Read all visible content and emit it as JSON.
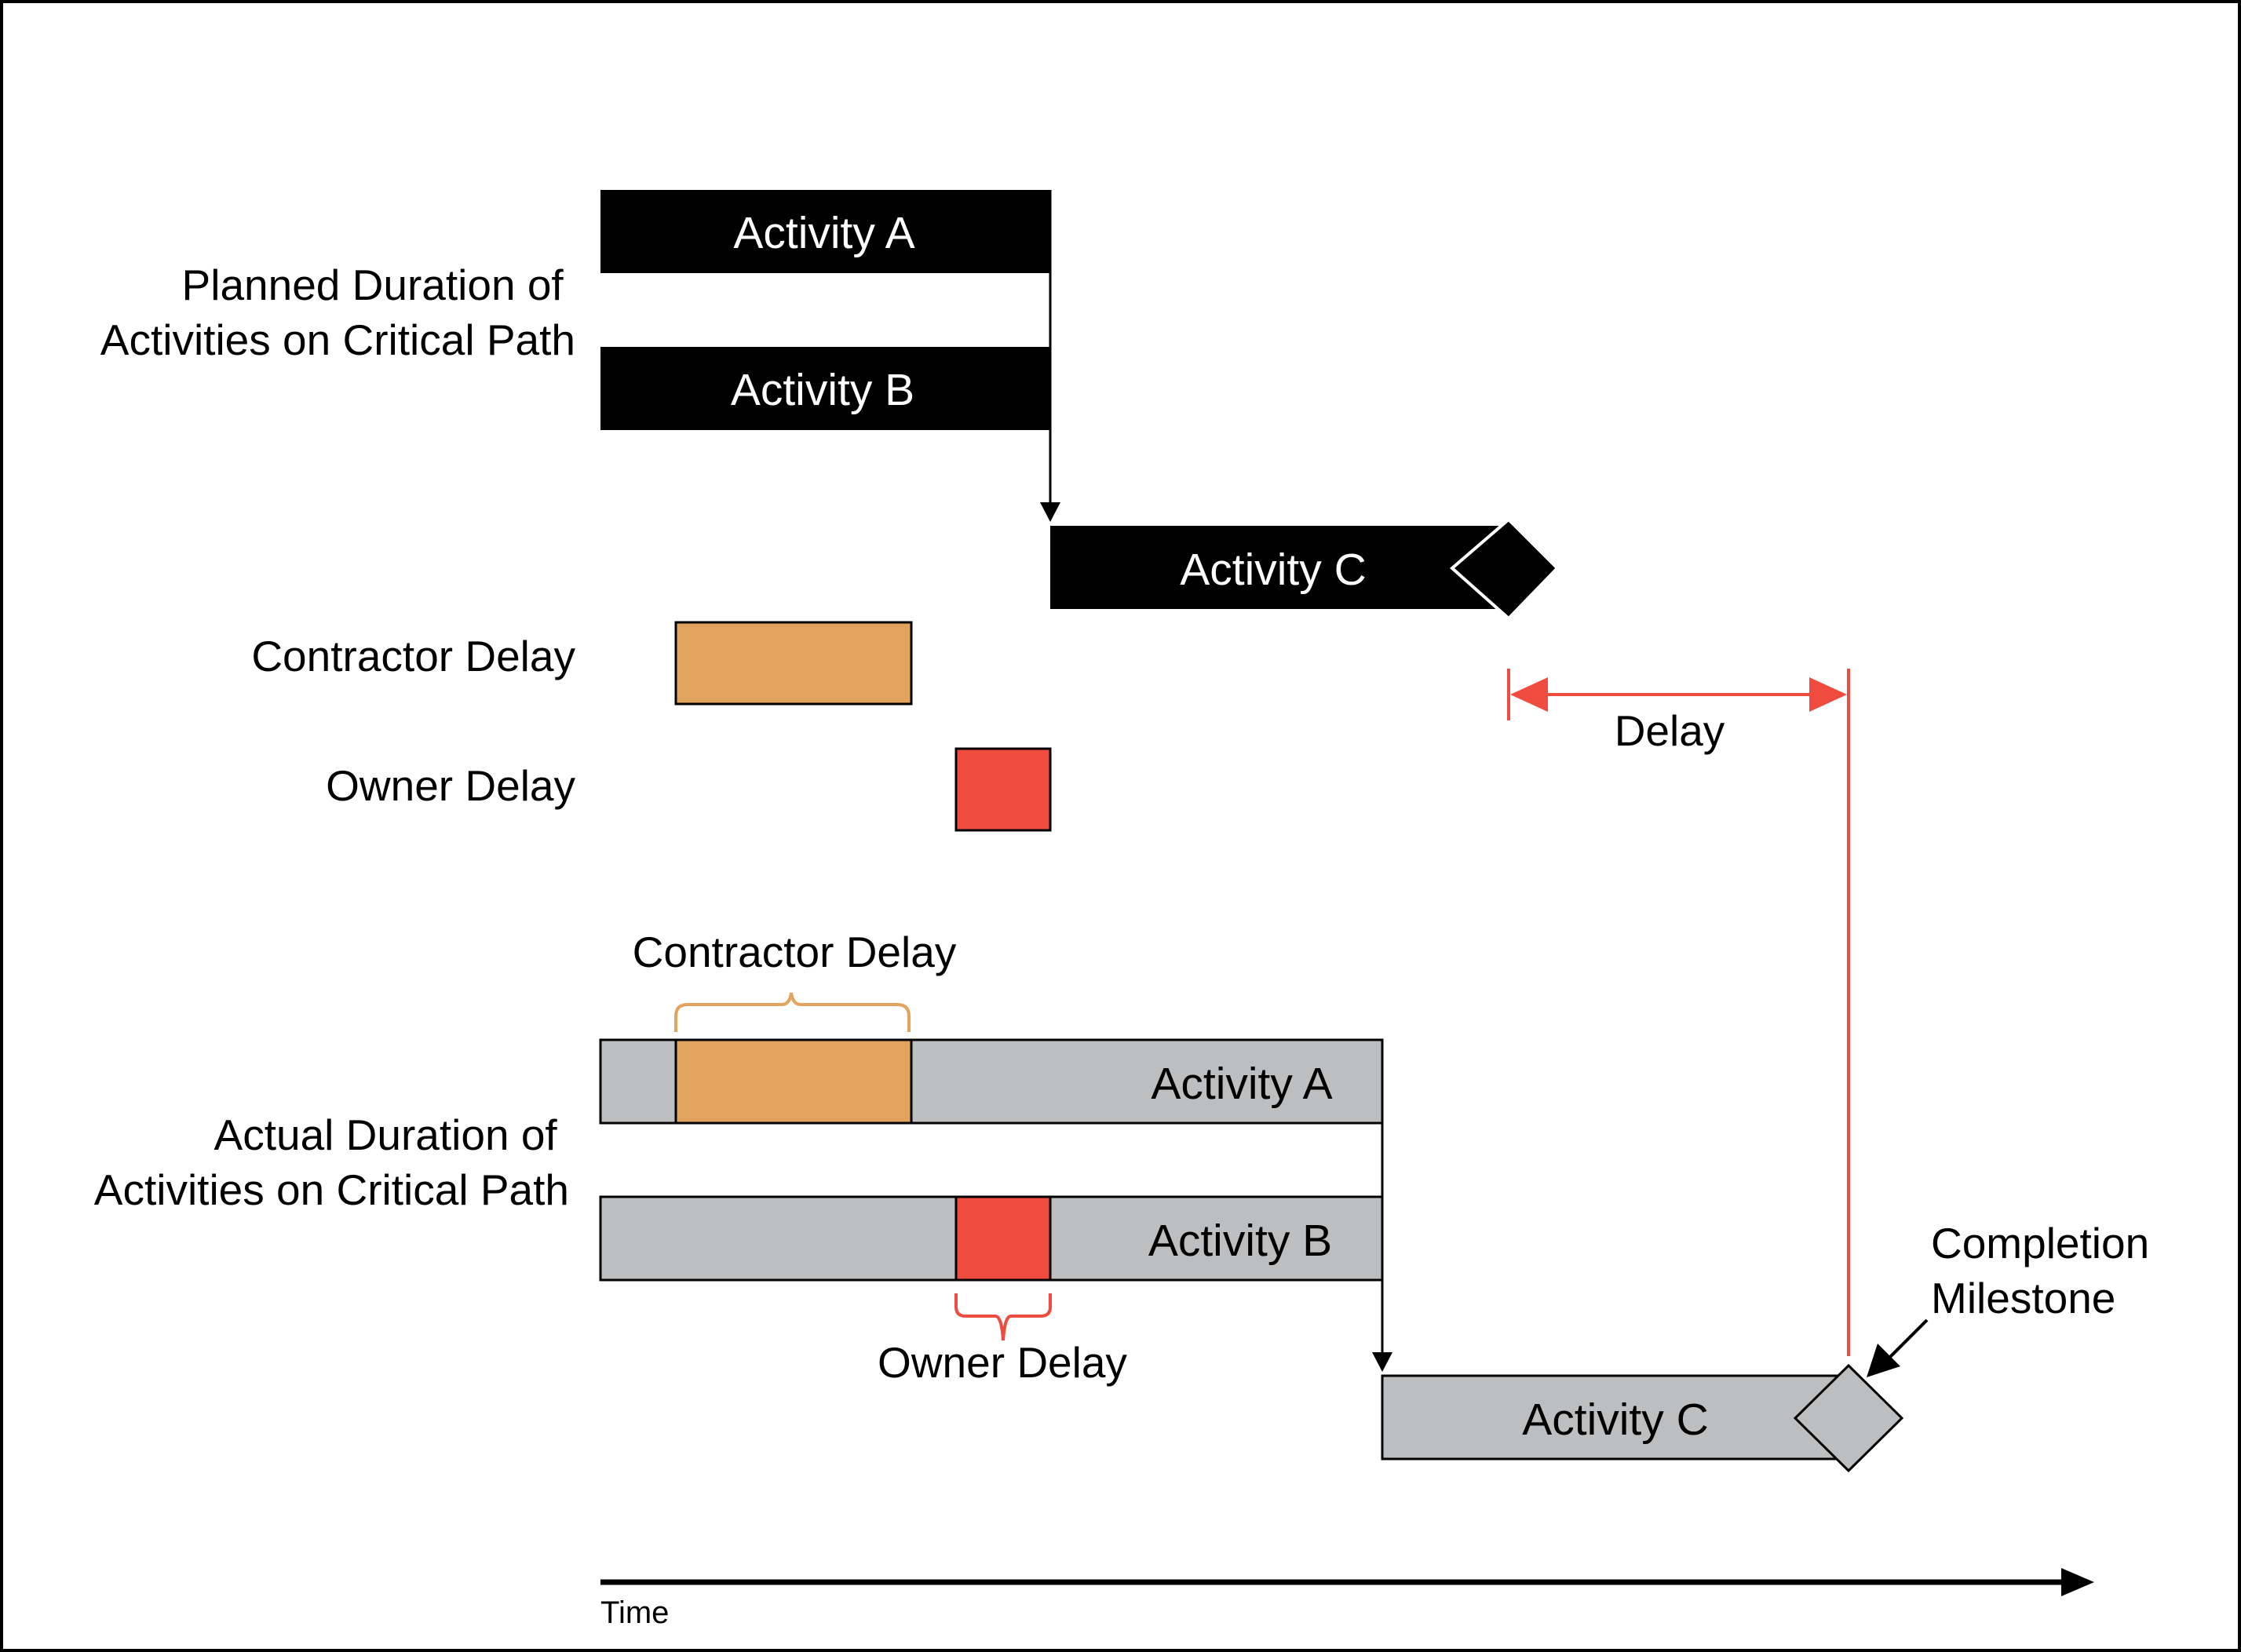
{
  "planned": {
    "group_label": [
      "Planned Duration of",
      "Activities on Critical Path"
    ],
    "activity_a": "Activity A",
    "activity_b": "Activity B",
    "activity_c": "Activity C"
  },
  "legend": {
    "contractor_delay": "Contractor Delay",
    "owner_delay": "Owner Delay"
  },
  "delay_label": "Delay",
  "actual": {
    "group_label": [
      "Actual Duration of",
      "Activities on Critical Path"
    ],
    "activity_a": "Activity A",
    "activity_b": "Activity B",
    "activity_c": "Activity C",
    "contractor_delay": "Contractor Delay",
    "owner_delay": "Owner Delay"
  },
  "milestone_label": [
    "Completion",
    "Milestone"
  ],
  "time_axis": {
    "label": "Time"
  },
  "colors": {
    "planned_bar": "#000000",
    "actual_bar": "#bcbec0",
    "contractor_delay": "#e2a35e",
    "owner_delay": "#ef4b3e",
    "delay_marker": "#ef4b3e"
  }
}
